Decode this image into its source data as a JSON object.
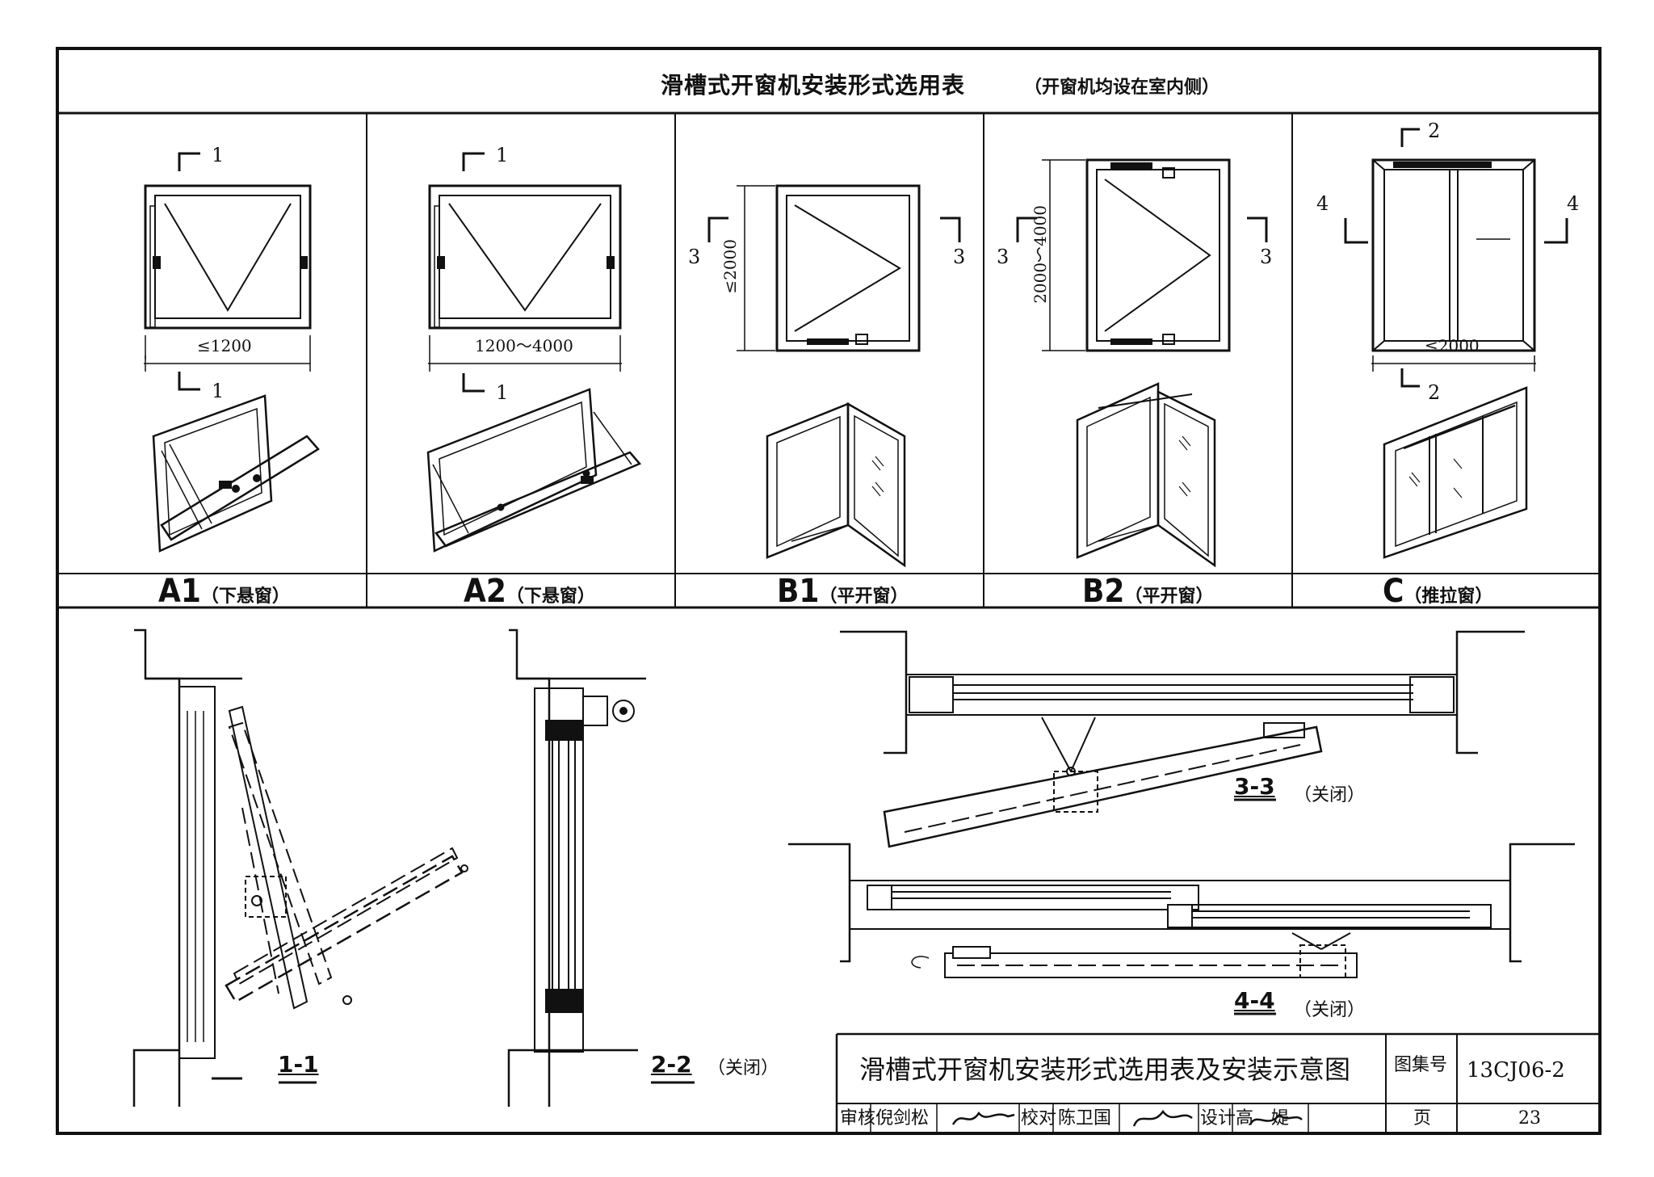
{
  "header": {
    "title": "滑槽式开窗机安装形式选用表",
    "note": "（开窗机均设在室内侧）"
  },
  "panels": [
    {
      "id": "A1",
      "code": "A1",
      "type": "（下悬窗）",
      "section_mark": "1",
      "dimension": "≤1200"
    },
    {
      "id": "A2",
      "code": "A2",
      "type": "（下悬窗）",
      "section_mark": "1",
      "dimension": "1200～4000"
    },
    {
      "id": "B1",
      "code": "B1",
      "type": "（平开窗）",
      "section_mark": "3",
      "dimension": "≤2000"
    },
    {
      "id": "B2",
      "code": "B2",
      "type": "（平开窗）",
      "section_mark": "3",
      "dimension": "2000～4000"
    },
    {
      "id": "C",
      "code": "C",
      "type": "（推拉窗）",
      "section_mark_top": "2",
      "section_mark_side": "4",
      "dimension": "≤2000"
    }
  ],
  "sections": {
    "s11": {
      "label": "1-1"
    },
    "s22": {
      "label": "2-2",
      "state": "（关闭）"
    },
    "s33": {
      "label": "3-3",
      "state": "（关闭）"
    },
    "s44": {
      "label": "4-4",
      "state": "（关闭）"
    }
  },
  "title_block": {
    "drawing_title": "滑槽式开窗机安装形式选用表及安装示意图",
    "atlas_label": "图集号",
    "atlas_no": "13CJ06-2",
    "review_label": "审核",
    "reviewer": "倪剑松",
    "check_label": "校对",
    "checker": "陈卫国",
    "design_label": "设计",
    "designer": "高　媞",
    "page_label": "页",
    "page_no": "23"
  }
}
